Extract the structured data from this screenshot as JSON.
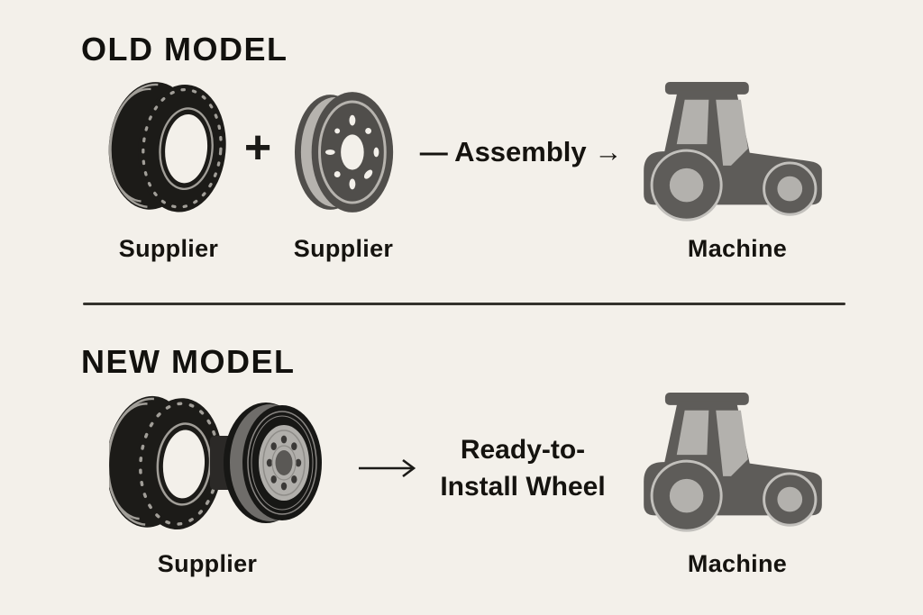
{
  "colors": {
    "background": "#f3f0ea",
    "ink": "#15130f",
    "tire_black": "#1c1b18",
    "tire_detail_gray": "#a19e98",
    "rim_dark_gray": "#504e4b",
    "rim_light_gray": "#b6b3ae",
    "tractor_body_gray": "#5e5c59",
    "tractor_window_gray": "#b3b1ad",
    "divider": "#34322d"
  },
  "old_model": {
    "title": "OLD MODEL",
    "plus_sign": "+",
    "process_label": "— Assembly →",
    "items": [
      {
        "icon": "tire-icon",
        "label": "Supplier"
      },
      {
        "icon": "wheel-rim-icon",
        "label": "Supplier"
      },
      {
        "icon": "tractor-icon",
        "label": "Machine"
      }
    ]
  },
  "new_model": {
    "title": "NEW MODEL",
    "arrow_icon": "right-arrow-icon",
    "process_label_line1": "Ready-to-",
    "process_label_line2": "Install Wheel",
    "items": [
      {
        "icon": "tire-and-rim-assembled-icon",
        "label": "Supplier"
      },
      {
        "icon": "tractor-icon",
        "label": "Machine"
      }
    ]
  }
}
